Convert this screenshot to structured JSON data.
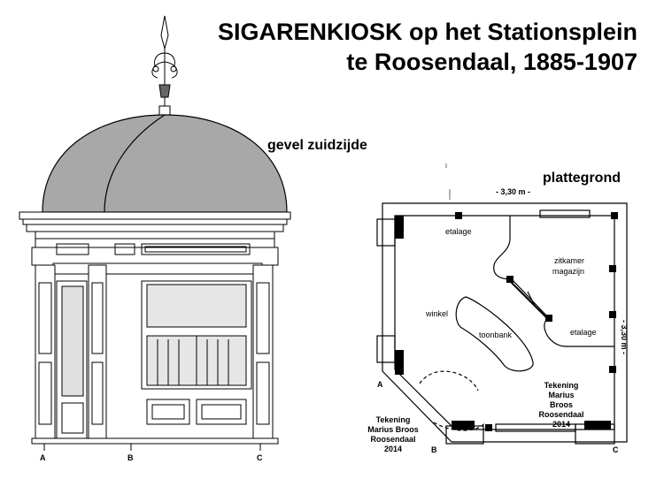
{
  "title": {
    "line1": "SIGARENKIOSK op het Stationsplein",
    "line2": "te Roosendaal, 1885-1907"
  },
  "elevation": {
    "heading": "gevel zuidzijde",
    "markers": [
      "A",
      "B",
      "C"
    ]
  },
  "plan": {
    "heading": "plattegrond",
    "dim_top": "- 3,30 m -",
    "dim_right": "- 3,30 m -",
    "rooms": {
      "etalage_top": "etalage",
      "zitkamer": "zitkamer",
      "magazijn": "magazijn",
      "winkel": "winkel",
      "toonbank": "toonbank",
      "etalage_right": "etalage"
    },
    "markers": {
      "a": "A",
      "b": "B",
      "c": "C"
    }
  },
  "credits": {
    "right": [
      "Tekening",
      "Marius Broos",
      "Roosendaal",
      "2014"
    ],
    "left": [
      "Tekening",
      "Marius Broos",
      "Roosendaal",
      "2014"
    ]
  }
}
